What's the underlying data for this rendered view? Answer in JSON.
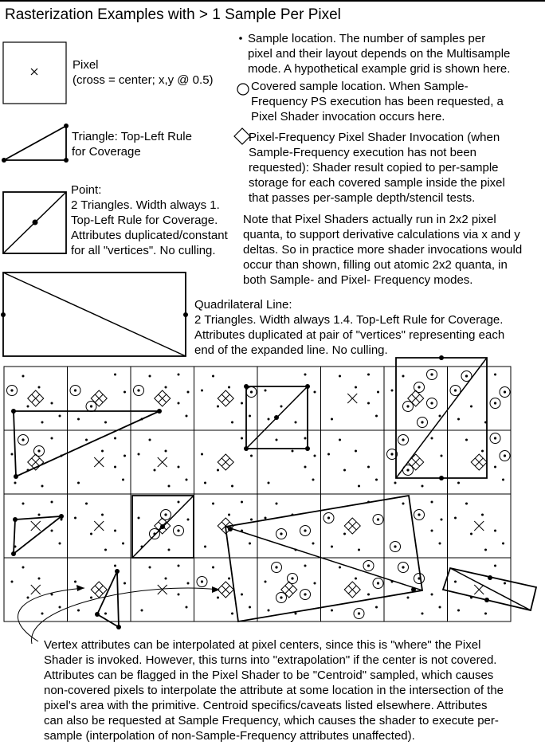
{
  "title": "Rasterization Examples with > 1 Sample Per Pixel",
  "legend": {
    "pixel": {
      "name": "Pixel",
      "desc": "(cross = center; x,y @ 0.5)"
    },
    "triangle": {
      "line1": "Triangle: Top-Left Rule",
      "line2": "for Coverage"
    },
    "point": {
      "line1": "Point:",
      "line2": "2 Triangles. Width always 1.",
      "line3": "Top-Left Rule for Coverage.",
      "line4": "Attributes duplicated/constant",
      "line5": "for all \"vertices\".  No culling."
    },
    "quad_line": {
      "line1": "Quadrilateral Line:",
      "line2": "2 Triangles. Width always 1.4. Top-Left Rule for Coverage.",
      "line3": "Attributes duplicated at pair of \"vertices\" representing each",
      "line4": "end of the expanded line.  No culling."
    },
    "sample": {
      "line1": "Sample location.  The number of samples per",
      "line2": "pixel and their layout depends on the Multisample",
      "line3": "mode.  A hypothetical example grid is shown here."
    },
    "covered": {
      "line1": "Covered sample location.  When Sample-",
      "line2": "Frequency PS execution has been requested, a",
      "line3": "Pixel Shader invocation occurs here."
    },
    "pixel_freq": {
      "line1": "Pixel-Frequency Pixel Shader Invocation (when",
      "line2": "Sample-Frequency execution has not been",
      "line3": "requested): Shader result copied to per-sample",
      "line4": "storage for each covered sample inside the pixel",
      "line5": "that passes per-sample depth/stencil tests."
    },
    "note": {
      "line1": "Note that Pixel Shaders actually run in 2x2 pixel",
      "line2": "quanta, to support derivative calculations via x and y",
      "line3": "deltas. So in practice more shader invocations would",
      "line4": "occur than shown, filling out atomic 2x2 quanta, in",
      "line5": "both Sample- and Pixel- Frequency modes."
    }
  },
  "footer": {
    "line1": "Vertex attributes can be interpolated at pixel centers, since this is \"where\" the Pixel",
    "line2": "Shader is invoked.  However, this turns into \"extrapolation\" if the center is not covered.",
    "line3": "Attributes can be flagged in the Pixel Shader to be \"Centroid\" sampled, which causes",
    "line4": "non-covered pixels to interpolate the attribute at some location in the intersection of the",
    "line5": "pixel's area with the primitive.  Centroid specifics/caveats listed elsewhere.  Attributes",
    "line6": "can also be requested at Sample Frequency, which causes the shader to execute per-",
    "line7": "sample (interpolation of non-Sample-Frequency attributes unaffected)."
  },
  "grid": {
    "columns": 8,
    "rows": 4
  }
}
